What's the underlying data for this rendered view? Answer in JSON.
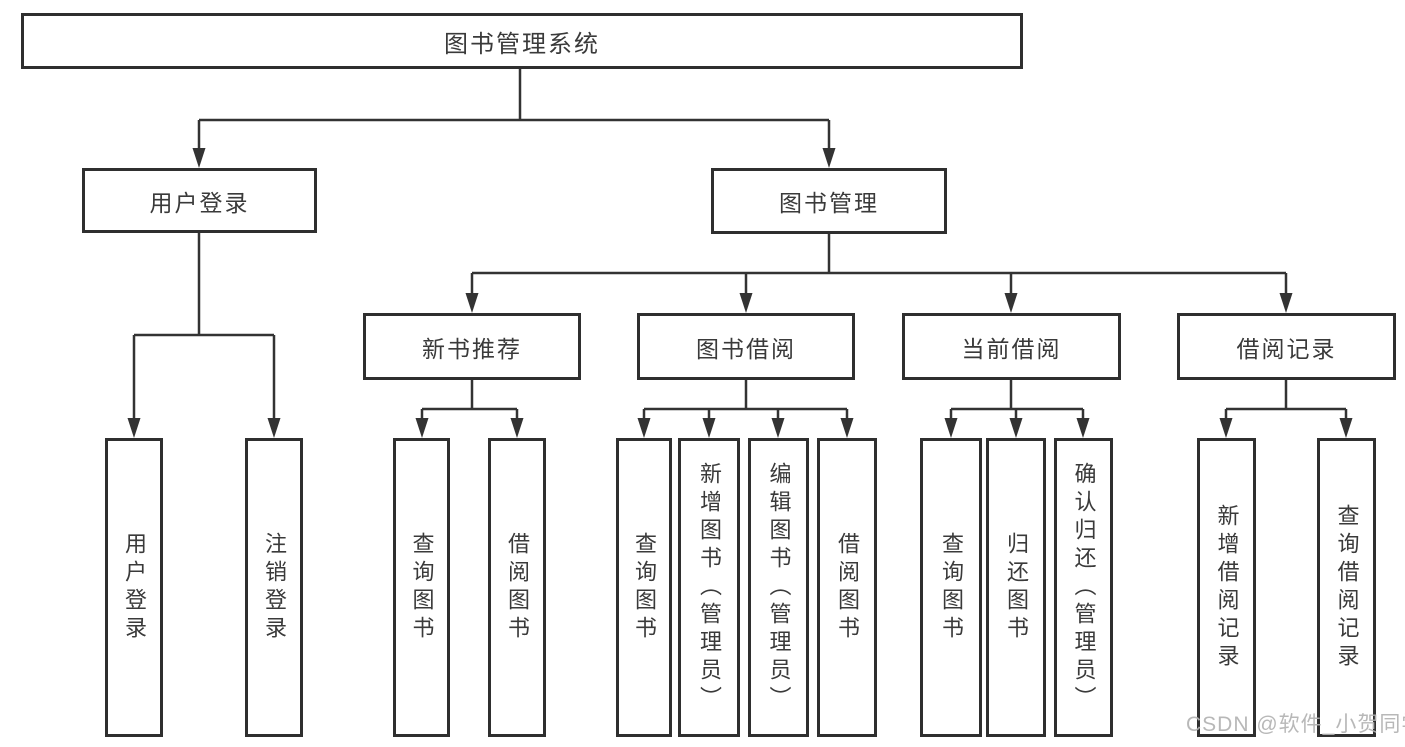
{
  "diagram": {
    "root": {
      "label": "图书管理系统"
    },
    "branches": [
      {
        "label": "用户登录",
        "children": [
          {
            "label": "用户登录"
          },
          {
            "label": "注销登录"
          }
        ]
      },
      {
        "label": "图书管理",
        "children": [
          {
            "label": "新书推荐",
            "children": [
              {
                "label": "查询图书"
              },
              {
                "label": "借阅图书"
              }
            ]
          },
          {
            "label": "图书借阅",
            "children": [
              {
                "label": "查询图书"
              },
              {
                "label": "新增图书（管理员）"
              },
              {
                "label": "编辑图书（管理员）"
              },
              {
                "label": "借阅图书"
              }
            ]
          },
          {
            "label": "当前借阅",
            "children": [
              {
                "label": "查询图书"
              },
              {
                "label": "归还图书"
              },
              {
                "label": "确认归还（管理员）"
              }
            ]
          },
          {
            "label": "借阅记录",
            "children": [
              {
                "label": "新增借阅记录"
              },
              {
                "label": "查询借阅记录"
              }
            ]
          }
        ]
      }
    ]
  },
  "watermark": {
    "text": "CSDN @软件_小贺同学"
  },
  "colors": {
    "line": "#333333",
    "box_border": "#2f2f2f",
    "text": "#3a3a3a",
    "watermark": "#b2b2b2",
    "background": "#ffffff"
  }
}
